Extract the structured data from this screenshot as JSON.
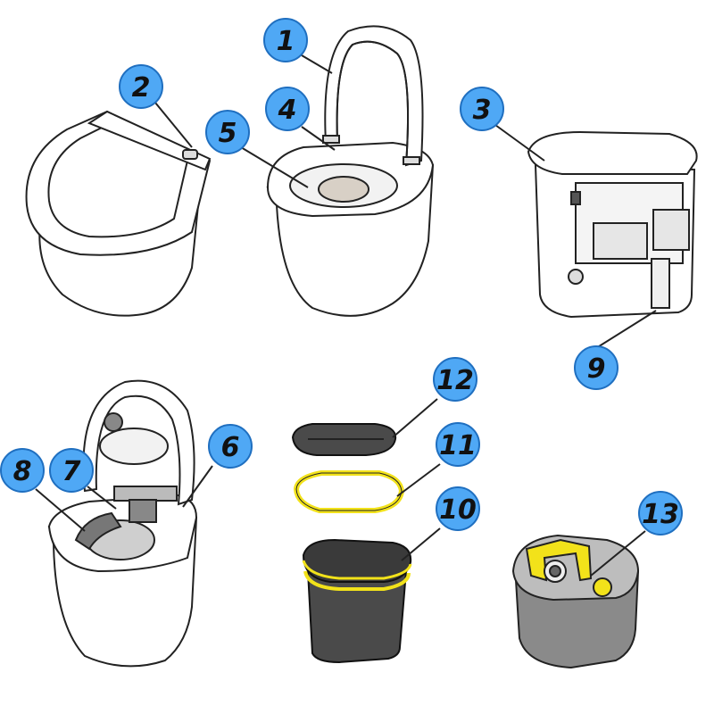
{
  "colors": {
    "badge_fill": "#4FA8F5",
    "badge_stroke": "#1F6FC0",
    "line": "#222222",
    "body_fill": "#ffffff",
    "dark_part": "#4a4a4a",
    "yellow": "#F2E21A",
    "grey_part": "#8a8a8a"
  },
  "callouts": [
    {
      "id": "1",
      "label": "1"
    },
    {
      "id": "2",
      "label": "2"
    },
    {
      "id": "3",
      "label": "3"
    },
    {
      "id": "4",
      "label": "4"
    },
    {
      "id": "5",
      "label": "5"
    },
    {
      "id": "6",
      "label": "6"
    },
    {
      "id": "7",
      "label": "7"
    },
    {
      "id": "8",
      "label": "8"
    },
    {
      "id": "9",
      "label": "9"
    },
    {
      "id": "10",
      "label": "10"
    },
    {
      "id": "11",
      "label": "11"
    },
    {
      "id": "12",
      "label": "12"
    },
    {
      "id": "13",
      "label": "13"
    }
  ]
}
